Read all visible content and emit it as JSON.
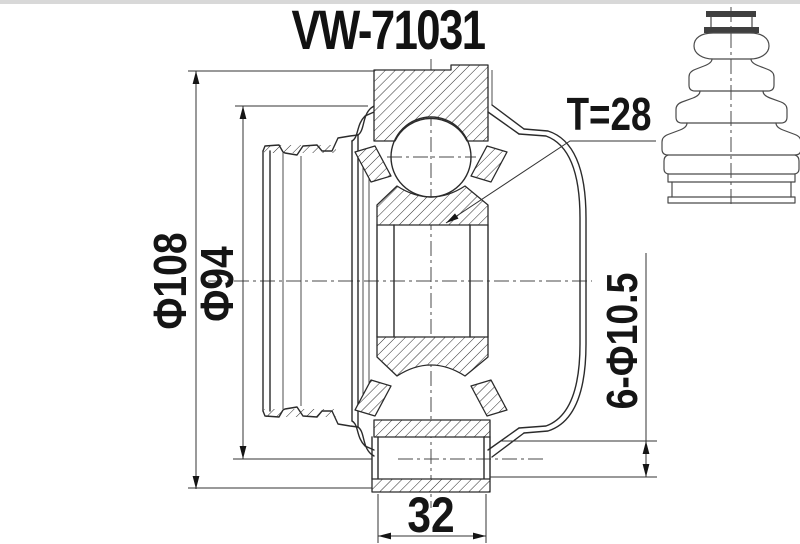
{
  "page": {
    "background": "#ffffff",
    "top_strip_color": "#d8d8d8",
    "line_color": "#2b2b2b",
    "centerline_color": "#4a4a4a",
    "hatch_style": "45deg-diagonal",
    "boot_line_color": "#4a4a4a"
  },
  "title": "VW-71031",
  "drawing": {
    "views": {
      "main_view": "cv-joint-cross-section",
      "corner_view": "cv-boot-side-view"
    },
    "dimensions": {
      "outer_diameter": "Φ108",
      "race_diameter": "Φ94",
      "spline_teeth": "T=28",
      "bolt_holes": "6-Φ10.5",
      "stem_width": "32"
    }
  }
}
